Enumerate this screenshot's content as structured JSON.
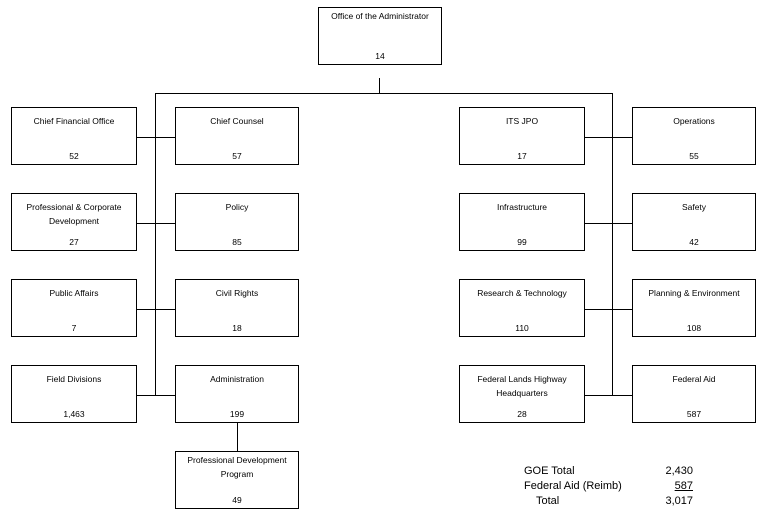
{
  "org": {
    "administrator": {
      "name": "Office of the Administrator",
      "count": "14"
    },
    "chief_financial": {
      "name": "Chief Financial Office",
      "count": "52"
    },
    "chief_counsel": {
      "name": "Chief Counsel",
      "count": "57"
    },
    "prof_corp_dev": {
      "name": "Professional & Corporate Development",
      "count": "27"
    },
    "policy": {
      "name": "Policy",
      "count": "85"
    },
    "public_affairs": {
      "name": "Public Affairs",
      "count": "7"
    },
    "civil_rights": {
      "name": "Civil Rights",
      "count": "18"
    },
    "field_divisions": {
      "name": "Field Divisions",
      "count": "1,463"
    },
    "administration": {
      "name": "Administration",
      "count": "199"
    },
    "prof_dev_program": {
      "name": "Professional Development Program",
      "count": "49"
    },
    "its_jpo": {
      "name": "ITS JPO",
      "count": "17"
    },
    "operations": {
      "name": "Operations",
      "count": "55"
    },
    "infrastructure": {
      "name": "Infrastructure",
      "count": "99"
    },
    "safety": {
      "name": "Safety",
      "count": "42"
    },
    "research_tech": {
      "name": "Research & Technology",
      "count": "110"
    },
    "planning_env": {
      "name": "Planning & Environment",
      "count": "108"
    },
    "federal_lands": {
      "name": "Federal Lands Highway Headquarters",
      "count": "28"
    },
    "federal_aid": {
      "name": "Federal Aid",
      "count": "587"
    }
  },
  "summary": {
    "goe_label": "GOE Total",
    "goe_value": "2,430",
    "fedaid_label": "Federal Aid (Reimb)",
    "fedaid_value": "587",
    "total_label": "Total",
    "total_value": "3,017"
  }
}
